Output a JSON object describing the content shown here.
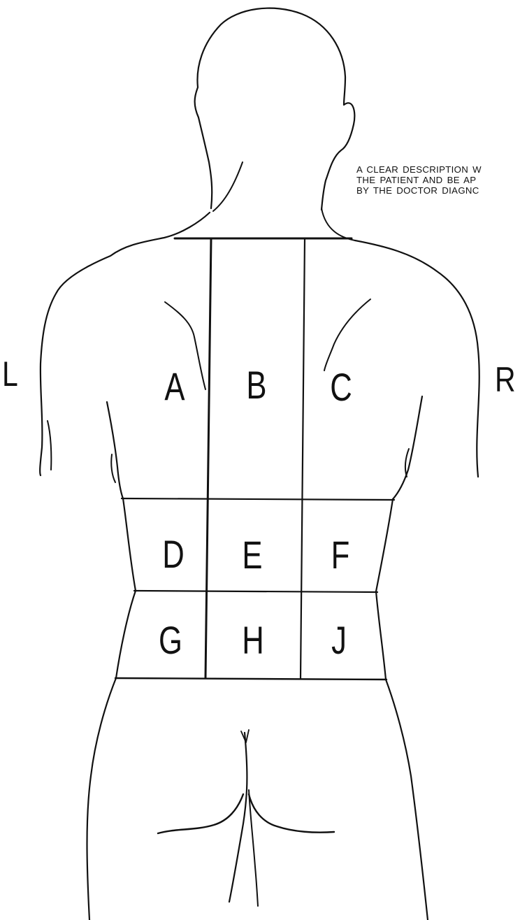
{
  "note": {
    "line1": "A CLEAR DESCRIPTION W",
    "line2": "THE PATIENT AND BE AP",
    "line3": "BY THE DOCTOR DIAGNC"
  },
  "sides": {
    "left": "L",
    "right": "R"
  },
  "zones": {
    "A": "A",
    "B": "B",
    "C": "C",
    "D": "D",
    "E": "E",
    "F": "F",
    "G": "G",
    "H": "H",
    "J": "J"
  },
  "colors": {
    "line": "#111111",
    "background": "#ffffff"
  }
}
